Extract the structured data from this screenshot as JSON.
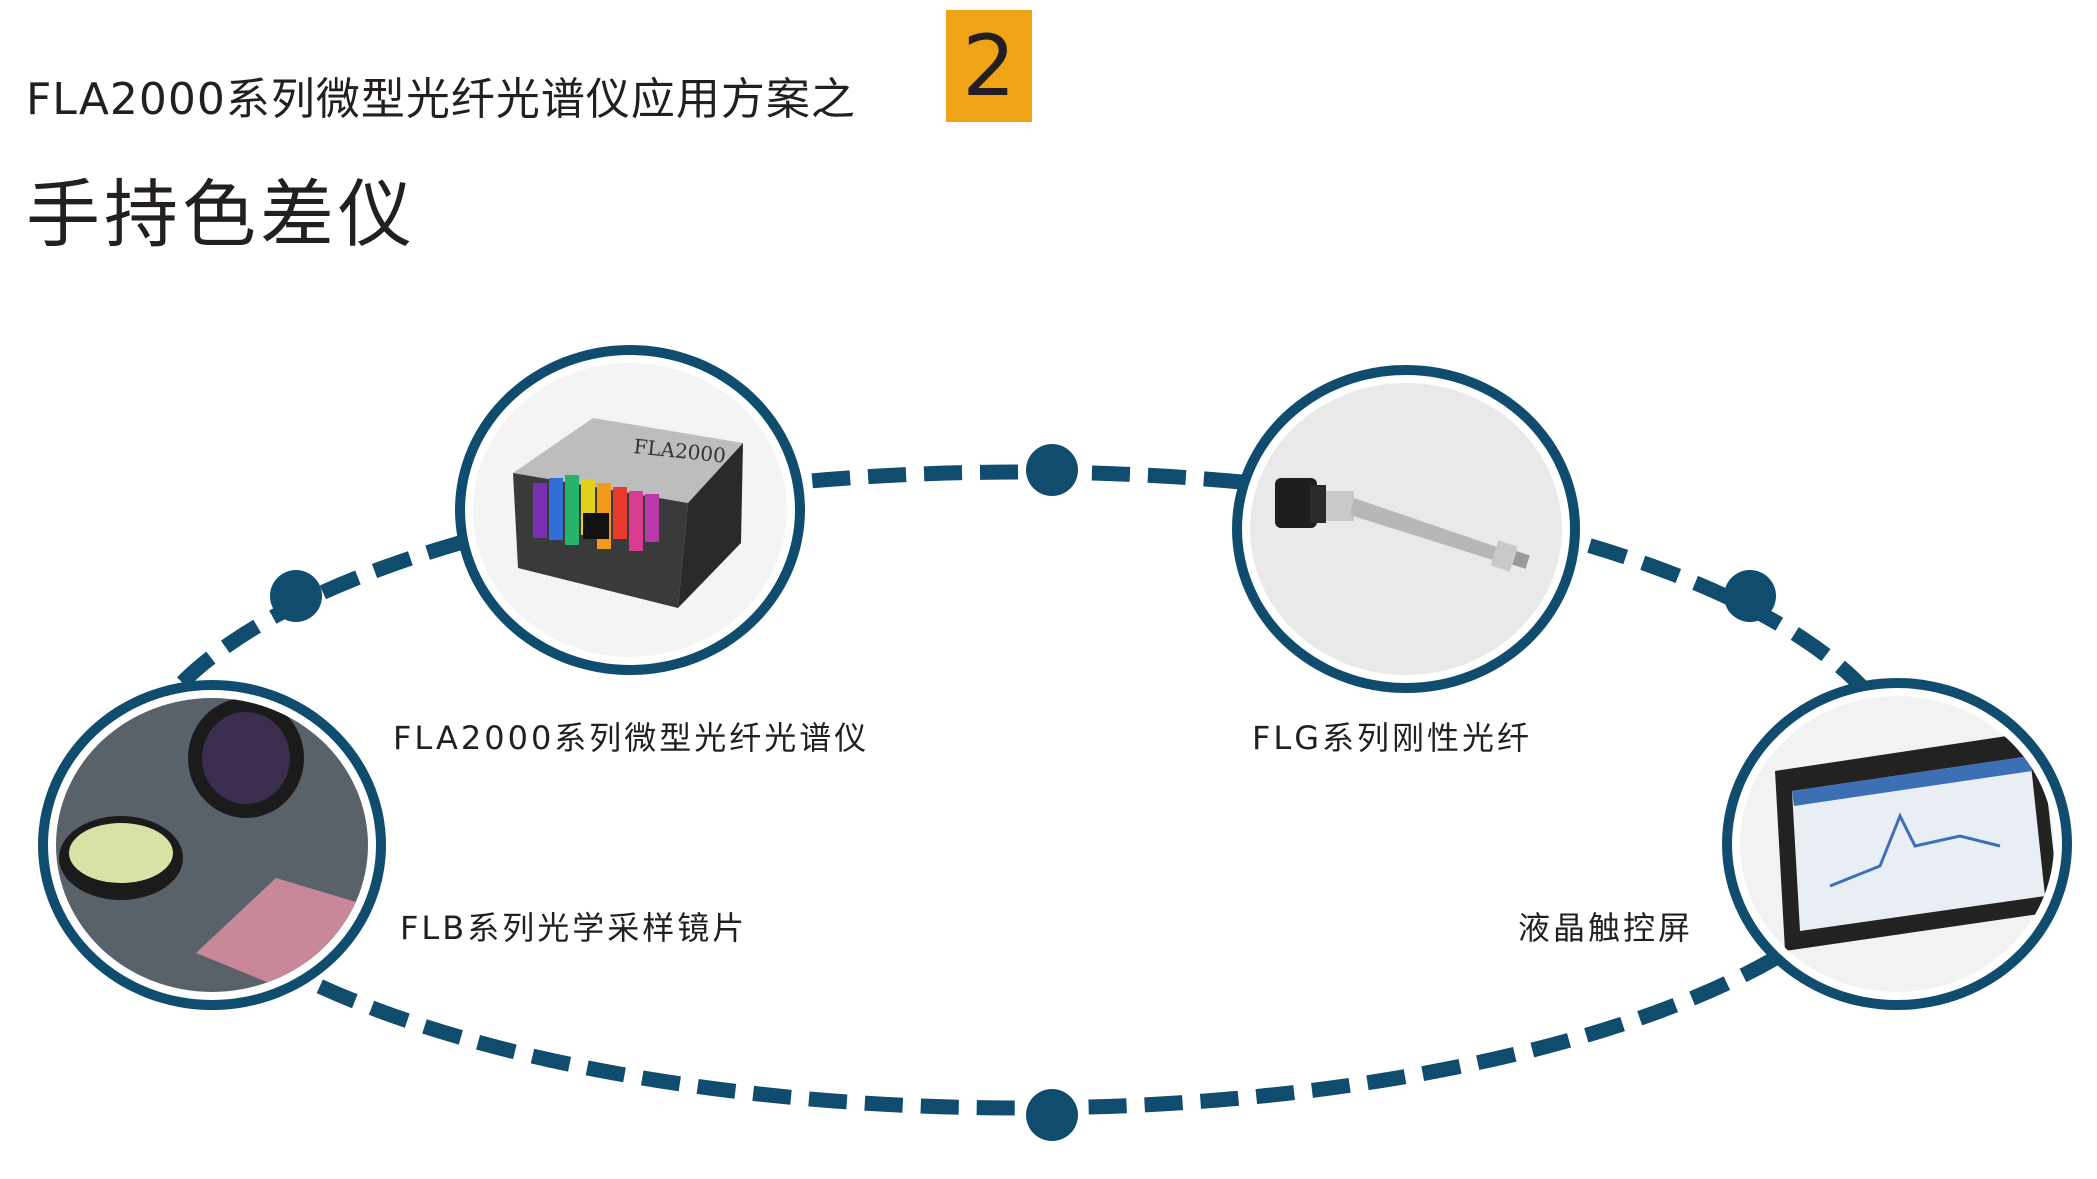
{
  "header": {
    "series_title": "FLA2000系列微型光纤光谱仪应用方案之",
    "number": "2",
    "solution_title": "手持色差仪"
  },
  "colors": {
    "ring": "#0f4c6e",
    "badge": "#f0a314"
  },
  "components": [
    {
      "label": "FLA2000系列微型光纤光谱仪",
      "image": "spectrometer-device",
      "device_text": "FLA2000"
    },
    {
      "label": "FLG系列刚性光纤",
      "image": "rigid-fiber-probe"
    },
    {
      "label": "FLB系列光学采样镜片",
      "image": "optical-lenses"
    },
    {
      "label": "液晶触控屏",
      "image": "touch-screen"
    }
  ]
}
